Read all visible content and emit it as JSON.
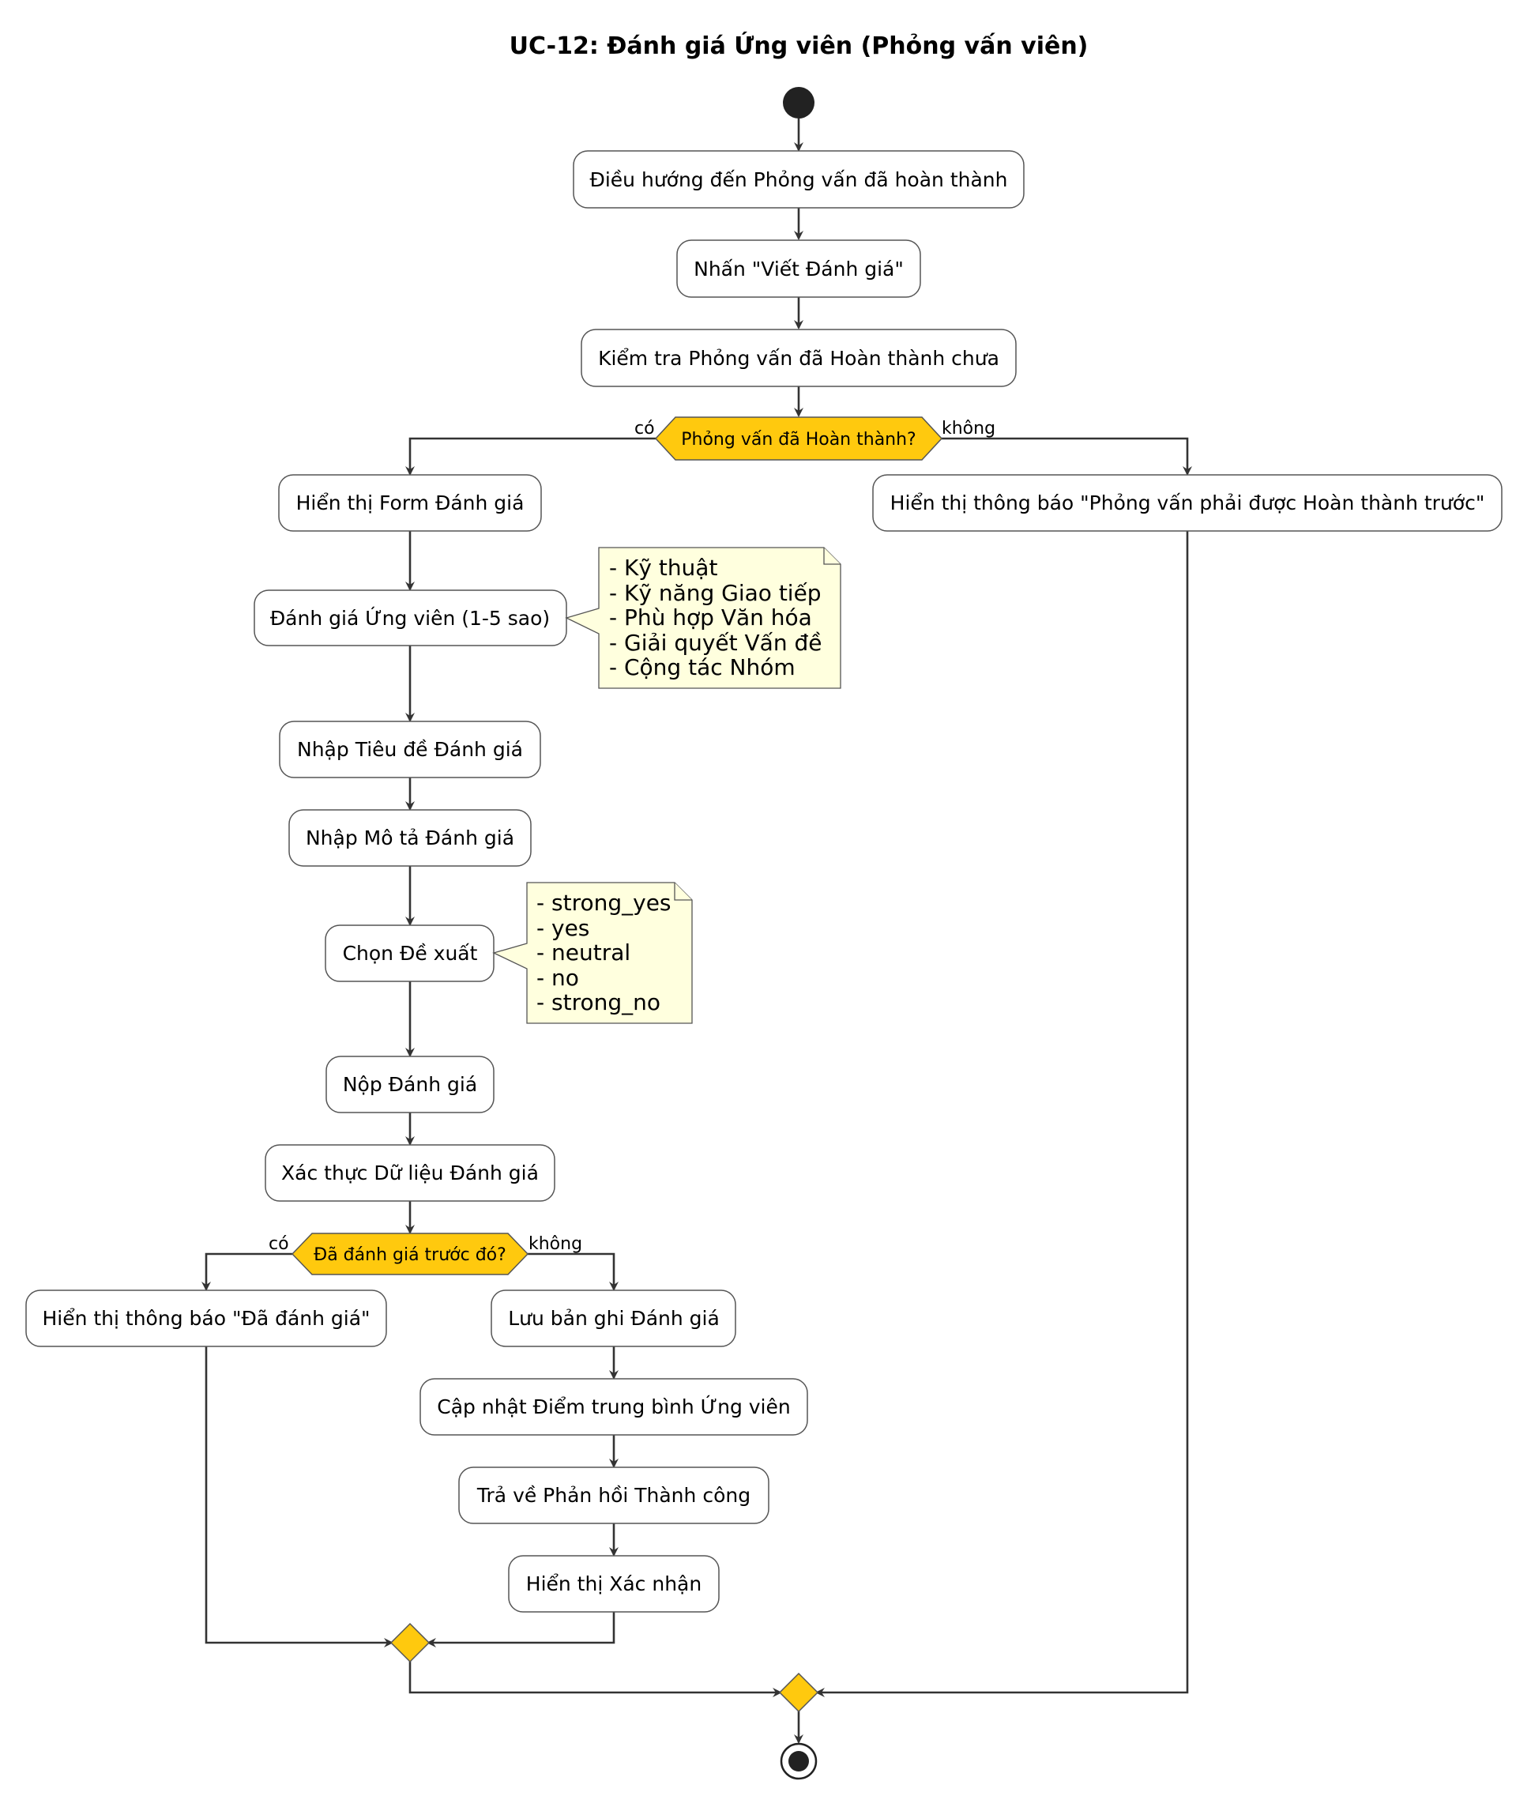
{
  "title": "UC-12: Đánh giá Ứng viên (Phỏng vấn viên)",
  "activities": {
    "navigate": "Điều hướng đến Phỏng vấn đã hoàn thành",
    "click_write": "Nhấn \"Viết Đánh giá\"",
    "check_completed": "Kiểm tra Phỏng vấn đã Hoàn thành chưa",
    "show_form": "Hiển thị Form Đánh giá",
    "show_not_completed": "Hiển thị thông báo \"Phỏng vấn phải được Hoàn thành trước\"",
    "rate_candidate": "Đánh giá Ứng viên (1-5 sao)",
    "enter_title": "Nhập Tiêu đề Đánh giá",
    "enter_description": "Nhập Mô tả Đánh giá",
    "choose_recommendation": "Chọn Đề xuất",
    "submit": "Nộp Đánh giá",
    "validate": "Xác thực Dữ liệu Đánh giá",
    "show_already": "Hiển thị thông báo \"Đã đánh giá\"",
    "save_record": "Lưu bản ghi Đánh giá",
    "update_average": "Cập nhật Điểm trung bình Ứng viên",
    "return_success": "Trả về Phản hồi Thành công",
    "show_confirm": "Hiển thị Xác nhận"
  },
  "decisions": {
    "completed_q": "Phỏng vấn đã Hoàn thành?",
    "already_q": "Đã đánh giá trước đó?"
  },
  "branches": {
    "yes": "có",
    "no": "không"
  },
  "notes": {
    "criteria": [
      "- Kỹ thuật",
      "- Kỹ năng Giao tiếp",
      "- Phù hợp Văn hóa",
      "- Giải quyết Vấn đề",
      "- Cộng tác Nhóm"
    ],
    "recommendations": [
      "- strong_yes",
      "- yes",
      "- neutral",
      "- no",
      "- strong_no"
    ]
  },
  "colors": {
    "decision_fill": "#ffc90e",
    "note_fill": "#ffffde",
    "line": "#333333"
  }
}
